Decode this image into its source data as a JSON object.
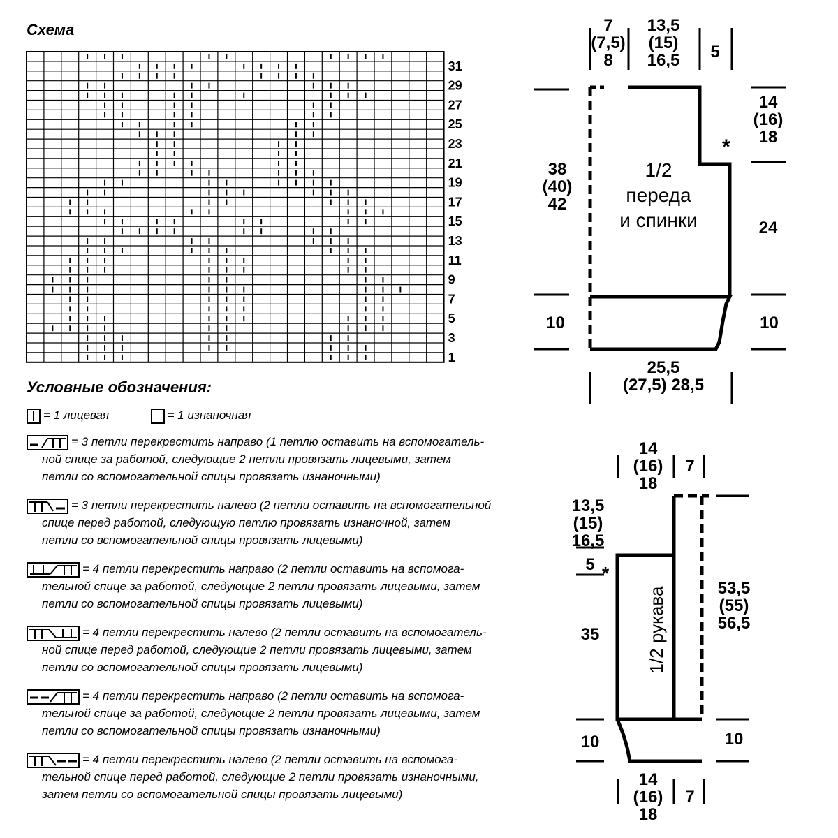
{
  "chart": {
    "title": "Схема",
    "cols": 24,
    "rows": 32,
    "row_numbers": [
      "31",
      "29",
      "27",
      "25",
      "23",
      "21",
      "19",
      "17",
      "15",
      "13",
      "11",
      "9",
      "7",
      "5",
      "3",
      "1"
    ]
  },
  "legend": {
    "title": "Условные обозначения:",
    "items": [
      {
        "key": "knit",
        "text": "= 1 лицевая"
      },
      {
        "key": "purl",
        "text": "= 1 изнаночная"
      },
      {
        "key": "c3r",
        "lines": [
          "= 3 петли перекрестить направо (1 петлю оставить на вспомогатель-",
          "ной спице за работой, следующие 2 петли провязать лицевыми, затем",
          "петли со вспомогательной спицы провязать изнаночными)"
        ]
      },
      {
        "key": "c3l",
        "lines": [
          "= 3 петли перекрестить налево (2 петли оставить на вспомогательной",
          "спице перед работой, следующую петлю провязать изнаночной, затем",
          "петли со вспомогательной спицы провязать лицевыми)"
        ]
      },
      {
        "key": "c4r",
        "lines": [
          "= 4 петли перекрестить направо (2 петли оставить на вспомога-",
          "тельной спице за работой, следующие 2 петли провязать лицевыми, затем",
          "петли со вспомогательной спицы провязать лицевыми)"
        ]
      },
      {
        "key": "c4l",
        "lines": [
          "= 4 петли перекрестить налево (2 петли оставить на вспомогатель-",
          "ной спице перед работой, следующие 2 петли провязать лицевыми, затем",
          "петли со вспомогательной спицы провязать лицевыми)"
        ]
      },
      {
        "key": "c4rp",
        "lines": [
          "= 4 петли перекрестить направо (2 петли оставить на вспомога-",
          "тельной спице за работой, следующие 2 петли провязать лицевыми, затем",
          "петли со вспомогательной спицы провязать изнаночными)"
        ]
      },
      {
        "key": "c4lp",
        "lines": [
          "= 4 петли перекрестить налево (2 петли оставить на вспомога-",
          "тельной спице перед работой, следующие 2 петли провязать изнаночными,",
          "затем петли со вспомогательной спицы провязать лицевыми)"
        ]
      }
    ]
  },
  "body_schematic": {
    "label_lines": [
      "1/2",
      "переда",
      "и спинки"
    ],
    "top_left": [
      "7",
      "(7,5)",
      "8"
    ],
    "top_mid": [
      "13,5",
      "(15)",
      "16,5"
    ],
    "top_right": "5",
    "left_height": [
      "38",
      "(40)",
      "42"
    ],
    "right_armhole": [
      "14",
      "(16)",
      "18"
    ],
    "right_side": "24",
    "rib_left": "10",
    "rib_right": "10",
    "bottom_width": [
      "25,5",
      "(27,5) 28,5"
    ],
    "marker": "*"
  },
  "sleeve_schematic": {
    "label": "1/2 рукава",
    "top_width": [
      "14",
      "(16)",
      "18"
    ],
    "top_right": "7",
    "left_cap": [
      "13,5",
      "(15)",
      "16,5"
    ],
    "left_step": "5",
    "left_length": "35",
    "right_length": [
      "53,5",
      "(55)",
      "56,5"
    ],
    "rib_left": "10",
    "rib_right": "10",
    "bottom_width": [
      "14",
      "(16)",
      "18"
    ],
    "bottom_right": "7",
    "marker": "*"
  }
}
